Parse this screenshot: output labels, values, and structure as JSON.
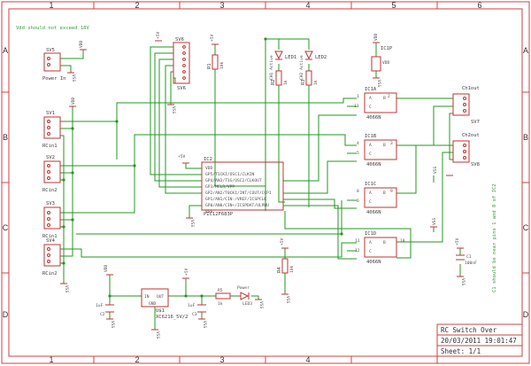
{
  "frame": {
    "cols": [
      "1",
      "2",
      "3",
      "4",
      "5",
      "6"
    ],
    "rows": [
      "A",
      "B",
      "C",
      "D"
    ]
  },
  "notes": {
    "vdd": "Vdd should not exceed 18V",
    "c1": "C1 should be near pins 1 and 8 of IC2"
  },
  "connectors": {
    "sv5": {
      "name": "SV5",
      "label": "Power In"
    },
    "sv1": {
      "name": "SV1",
      "label": "RCin1"
    },
    "sv2": {
      "name": "SV2",
      "label": "RCin2"
    },
    "sv3": {
      "name": "SV3",
      "label": "RCin1"
    },
    "sv4": {
      "name": "SV4",
      "label": "RCin2"
    },
    "sv6": {
      "name": "SV6",
      "label": "SV6"
    },
    "sv7": {
      "name": "SV7",
      "label": "Ch1out"
    },
    "sv8": {
      "name": "SV8",
      "label": "Ch2out"
    }
  },
  "supplies": {
    "vdd": "VDD",
    "vss": "VSS",
    "v5": "+5V"
  },
  "ic2": {
    "name": "IC2",
    "value": "PIC12F683P",
    "pins": [
      "VDD",
      "GP5/T1CKI/OSC1/CLKIN",
      "GP4/AN3/T1G/OSC2/CLKOUT",
      "GP3/MCLR/VPP",
      "GP2/AN2/T0CKI/INT/COUT/CCP1",
      "GP1/AN1/CIN-/VREF/ICSPCLK",
      "GP0/AN0/CIN+/ICSPDAT/ULPWU",
      "VSS"
    ]
  },
  "ic1": [
    {
      "name": "IC1A",
      "value": "4066N",
      "pins": [
        "1",
        "2",
        "13",
        "A",
        "B",
        "C"
      ]
    },
    {
      "name": "IC1B",
      "value": "4066N",
      "pins": [
        "4",
        "3",
        "5",
        "A",
        "B",
        "C"
      ]
    },
    {
      "name": "IC1C",
      "value": "4066N",
      "pins": [
        "8",
        "9",
        "6",
        "A",
        "B",
        "C"
      ]
    },
    {
      "name": "IC1D",
      "value": "4066N",
      "pins": [
        "11",
        "10",
        "12",
        "A",
        "B",
        "C"
      ]
    }
  ],
  "ic1p": {
    "name": "IC1P",
    "value": "VDD"
  },
  "resistors": {
    "r1": {
      "name": "R1",
      "value": "10k"
    },
    "r2": {
      "name": "R2",
      "value": "1k"
    },
    "r3": {
      "name": "R3",
      "value": "1k"
    },
    "r4": {
      "name": "R4",
      "value": "10k"
    }
  },
  "leds": {
    "led1": {
      "name": "LED1",
      "label": "CH1 Active"
    },
    "led2": {
      "name": "LED2",
      "label": "CH2 Active"
    },
    "led3": {
      "name": "LED3",
      "label": "Power"
    }
  },
  "reg": {
    "name": "U$1",
    "value": "XC6216_5V/2",
    "pins": [
      "IN",
      "OUT",
      "GND"
    ]
  },
  "caps": {
    "c1": {
      "name": "C1",
      "value": "100nF"
    },
    "c2": {
      "name": "C2",
      "value": "1uF"
    },
    "c3": {
      "name": "C3",
      "value": "1uF"
    }
  },
  "r5": {
    "name": "R5",
    "value": "1k"
  },
  "title_block": {
    "title": "RC Switch Over",
    "date": "20/03/2011 19:01:47",
    "sheet": "Sheet: 1/1"
  }
}
